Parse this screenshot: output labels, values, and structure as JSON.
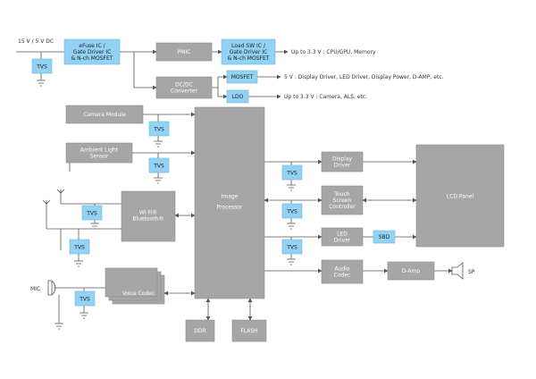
{
  "colors": {
    "block": "#a6a6a6",
    "highlight": "#92d2f4",
    "line": "#555555"
  },
  "labels": {
    "vin": "15 V / 5 V DC",
    "mic": "MIC",
    "sp": "SP",
    "out_cpu": "Up to 3.3 V : CPU/GPU, Memory",
    "out_display": "5 V : Display Driver, LED Driver, Display Power, D-AMP, etc.",
    "out_camera": "Up to 3.3 V : Camera, ALS, etc."
  },
  "blocks": {
    "efuse": [
      "eFuse IC /",
      "Gate Driver IC",
      "& N-ch MOSFET"
    ],
    "pmic": [
      "PMIC"
    ],
    "loadsw": [
      "Load SW IC /",
      "Gate Driver IC",
      "& N-ch MOSFET"
    ],
    "dcdc": [
      "DC/DC",
      "Converter"
    ],
    "mosfet": [
      "MOSFET"
    ],
    "ldo": [
      "LDO"
    ],
    "camera": [
      "Camera Module"
    ],
    "als": [
      "Ambient Light",
      "Sensor"
    ],
    "wifi": [
      "Wi-Fi®",
      "Bluetooth®"
    ],
    "voice": [
      "Voice Codec"
    ],
    "image": [
      "Image",
      "Processor"
    ],
    "ddr": [
      "DDR"
    ],
    "flash": [
      "FLASH"
    ],
    "display": [
      "Display",
      "Driver"
    ],
    "touch": [
      "Touch",
      "Screen",
      "Controller"
    ],
    "led": [
      "LED",
      "Driver"
    ],
    "sbd": [
      "SBD"
    ],
    "audio": [
      "Audio",
      "Codec"
    ],
    "damp": [
      "D-Amp"
    ],
    "lcd": [
      "LCD Panel"
    ]
  },
  "tvs_label": "TVS"
}
